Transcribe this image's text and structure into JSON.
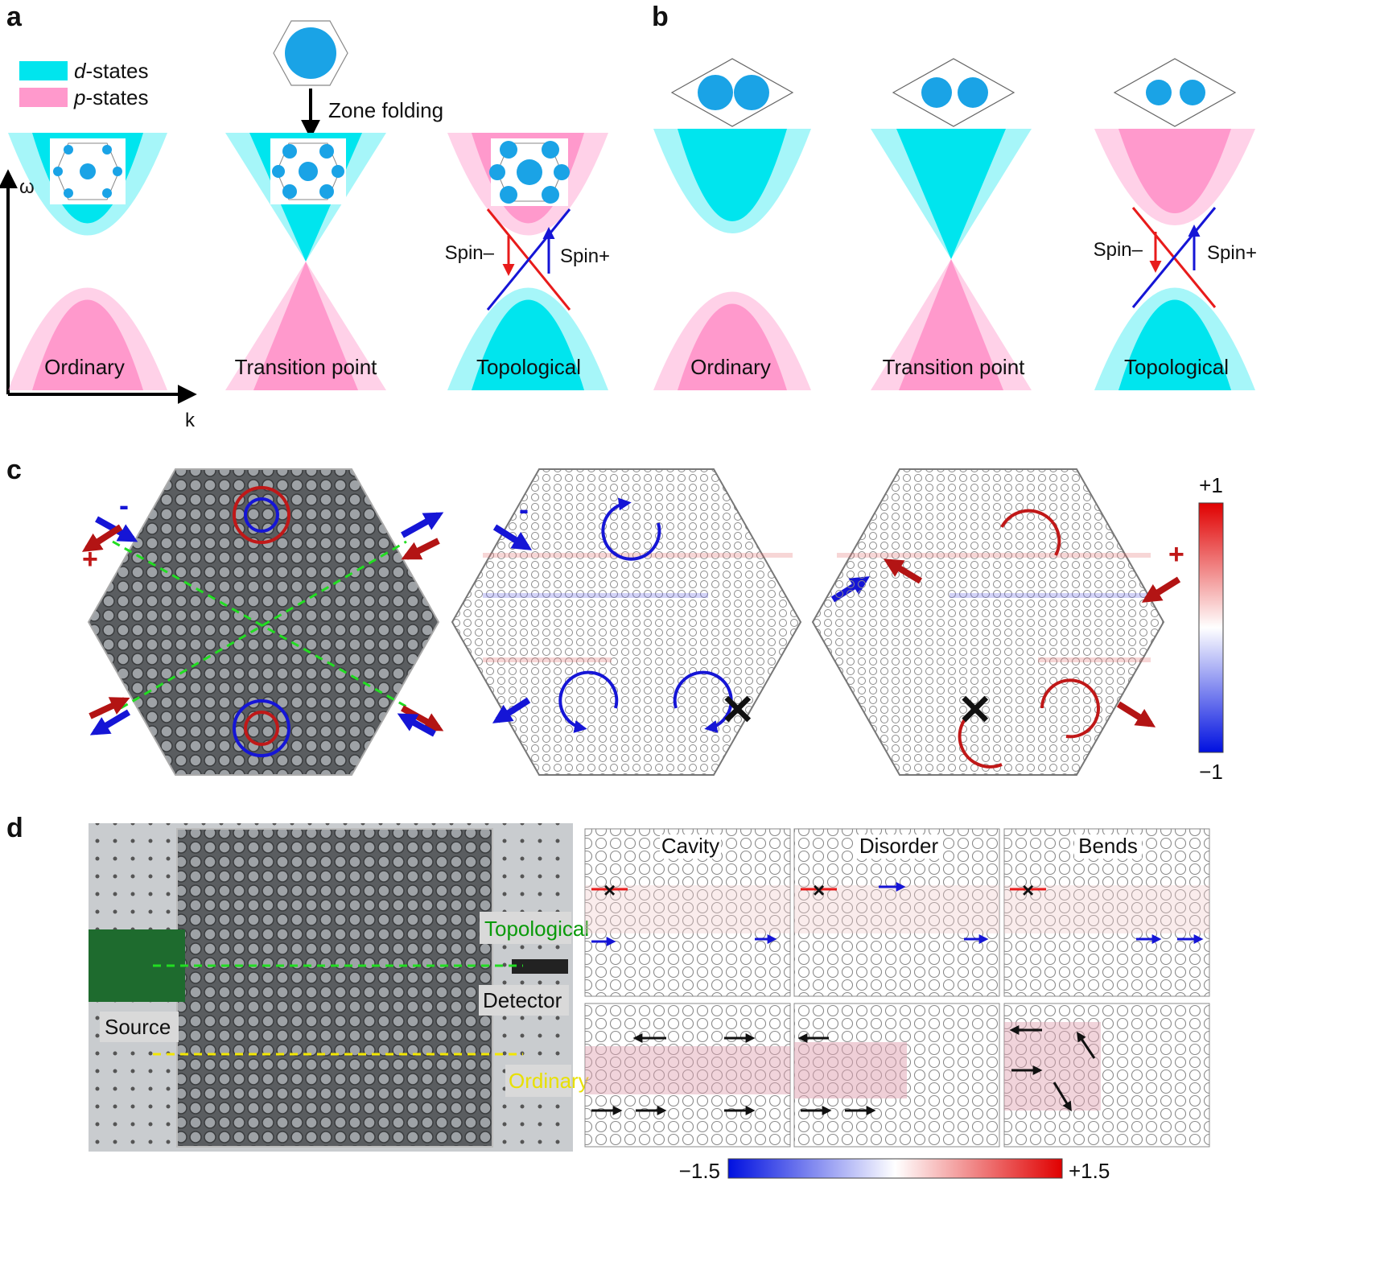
{
  "panels": {
    "a": {
      "label": "a",
      "legend": [
        {
          "prefix": "d",
          "suffix": "-states",
          "color": "#00e5ee"
        },
        {
          "prefix": "p",
          "suffix": "-states",
          "color": "#ff99cc"
        }
      ],
      "zone_folding": "Zone folding",
      "axes": {
        "y": "ω",
        "x": "k"
      },
      "bands": [
        "Ordinary",
        "Transition point",
        "Topological"
      ],
      "spin_minus": "Spin–",
      "spin_plus": "Spin+"
    },
    "b": {
      "label": "b",
      "bands": [
        "Ordinary",
        "Transition point",
        "Topological"
      ],
      "spin_minus": "Spin–",
      "spin_plus": "Spin+"
    },
    "c": {
      "label": "c",
      "colorbar": {
        "max": "+1",
        "min": "−1"
      },
      "sign_minus": "-",
      "sign_plus": "+"
    },
    "d": {
      "label": "d",
      "photo_labels": {
        "topological": "Topological",
        "detector": "Detector",
        "source": "Source",
        "ordinary": "Ordinary"
      },
      "maps": [
        "Cavity",
        "Disorder",
        "Bends"
      ],
      "colorbar": {
        "min": "−1.5",
        "max": "+1.5"
      }
    }
  },
  "colors": {
    "d_state": "#00e5ee",
    "p_state": "#ff99cc",
    "spin_minus": "#e81b1b",
    "spin_plus": "#1515d6",
    "disk": "#1aa3e6",
    "green_dash": "#22dd22",
    "yellow_dash": "#f2e600",
    "topological_text": "#0a9a0a",
    "ordinary_text": "#e8e000"
  }
}
